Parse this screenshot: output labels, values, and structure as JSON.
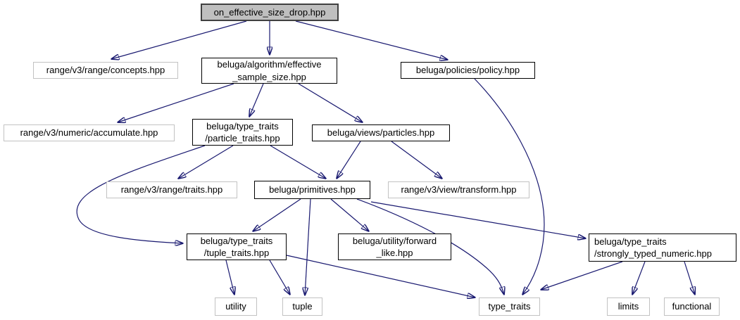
{
  "diagram": {
    "type": "include-dependency-graph",
    "colors": {
      "edge": "#191970",
      "main_node_fill": "#bfbfbf",
      "main_node_border": "#404040",
      "internal_node_border": "#000000",
      "external_node_border": "#c2c2c2",
      "node_fill": "#ffffff",
      "text": "#000000"
    },
    "nodes": [
      {
        "id": "main",
        "label": "on_effective_size_drop.hpp",
        "type": "main"
      },
      {
        "id": "concepts",
        "label": "range/v3/range/concepts.hpp",
        "type": "external"
      },
      {
        "id": "effective_sample_size",
        "label": "beluga/algorithm/effective\n_sample_size.hpp",
        "type": "internal"
      },
      {
        "id": "policy",
        "label": "beluga/policies/policy.hpp",
        "type": "internal"
      },
      {
        "id": "accumulate",
        "label": "range/v3/numeric/accumulate.hpp",
        "type": "external"
      },
      {
        "id": "particle_traits",
        "label": "beluga/type_traits\n/particle_traits.hpp",
        "type": "internal"
      },
      {
        "id": "particles",
        "label": "beluga/views/particles.hpp",
        "type": "internal"
      },
      {
        "id": "range_traits",
        "label": "range/v3/range/traits.hpp",
        "type": "external"
      },
      {
        "id": "primitives",
        "label": "beluga/primitives.hpp",
        "type": "internal"
      },
      {
        "id": "transform",
        "label": "range/v3/view/transform.hpp",
        "type": "external"
      },
      {
        "id": "tuple_traits",
        "label": "beluga/type_traits\n/tuple_traits.hpp",
        "type": "internal"
      },
      {
        "id": "forward_like",
        "label": "beluga/utility/forward\n_like.hpp",
        "type": "internal"
      },
      {
        "id": "strongly_typed",
        "label": "beluga/type_traits\n/strongly_typed_numeric.hpp",
        "type": "internal"
      },
      {
        "id": "utility",
        "label": "utility",
        "type": "external"
      },
      {
        "id": "tuple",
        "label": "tuple",
        "type": "external"
      },
      {
        "id": "type_traits",
        "label": "type_traits",
        "type": "external"
      },
      {
        "id": "limits",
        "label": "limits",
        "type": "external"
      },
      {
        "id": "functional",
        "label": "functional",
        "type": "external"
      }
    ],
    "edges": [
      {
        "from": "main",
        "to": "concepts"
      },
      {
        "from": "main",
        "to": "effective_sample_size"
      },
      {
        "from": "main",
        "to": "policy"
      },
      {
        "from": "effective_sample_size",
        "to": "accumulate"
      },
      {
        "from": "effective_sample_size",
        "to": "particle_traits"
      },
      {
        "from": "effective_sample_size",
        "to": "particles"
      },
      {
        "from": "particle_traits",
        "to": "range_traits"
      },
      {
        "from": "particle_traits",
        "to": "primitives"
      },
      {
        "from": "particle_traits",
        "to": "tuple_traits"
      },
      {
        "from": "particles",
        "to": "primitives"
      },
      {
        "from": "particles",
        "to": "transform"
      },
      {
        "from": "policy",
        "to": "type_traits"
      },
      {
        "from": "primitives",
        "to": "tuple_traits"
      },
      {
        "from": "primitives",
        "to": "tuple"
      },
      {
        "from": "primitives",
        "to": "forward_like"
      },
      {
        "from": "primitives",
        "to": "strongly_typed"
      },
      {
        "from": "primitives",
        "to": "type_traits"
      },
      {
        "from": "tuple_traits",
        "to": "utility"
      },
      {
        "from": "tuple_traits",
        "to": "tuple"
      },
      {
        "from": "tuple_traits",
        "to": "type_traits"
      },
      {
        "from": "strongly_typed",
        "to": "type_traits"
      },
      {
        "from": "strongly_typed",
        "to": "limits"
      },
      {
        "from": "strongly_typed",
        "to": "functional"
      }
    ]
  }
}
